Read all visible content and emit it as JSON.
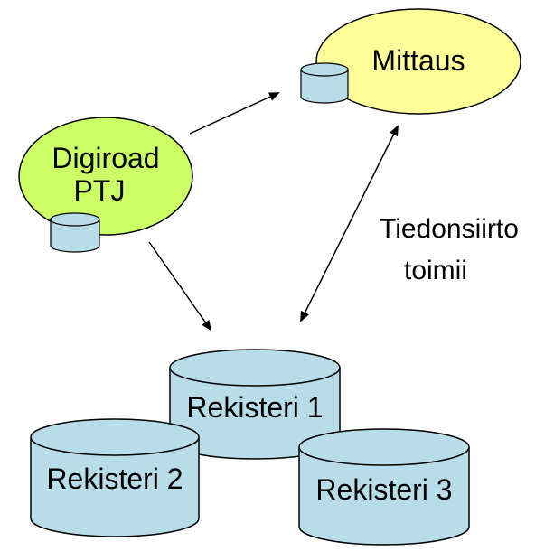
{
  "nodes": {
    "mittaus": {
      "label": "Mittaus"
    },
    "digiroad": {
      "line1": "Digiroad",
      "line2": "PTJ"
    },
    "rekisteri1": {
      "label": "Rekisteri 1"
    },
    "rekisteri2": {
      "label": "Rekisteri 2"
    },
    "rekisteri3": {
      "label": "Rekisteri 3"
    }
  },
  "annotation": {
    "line1": "Tiedonsiirto",
    "line2": "toimii"
  },
  "colors": {
    "mittaus_fill": "#ffff99",
    "digiroad_fill": "#ccff66",
    "cylinder_fill": "#b8dde8",
    "stroke": "#000000"
  }
}
